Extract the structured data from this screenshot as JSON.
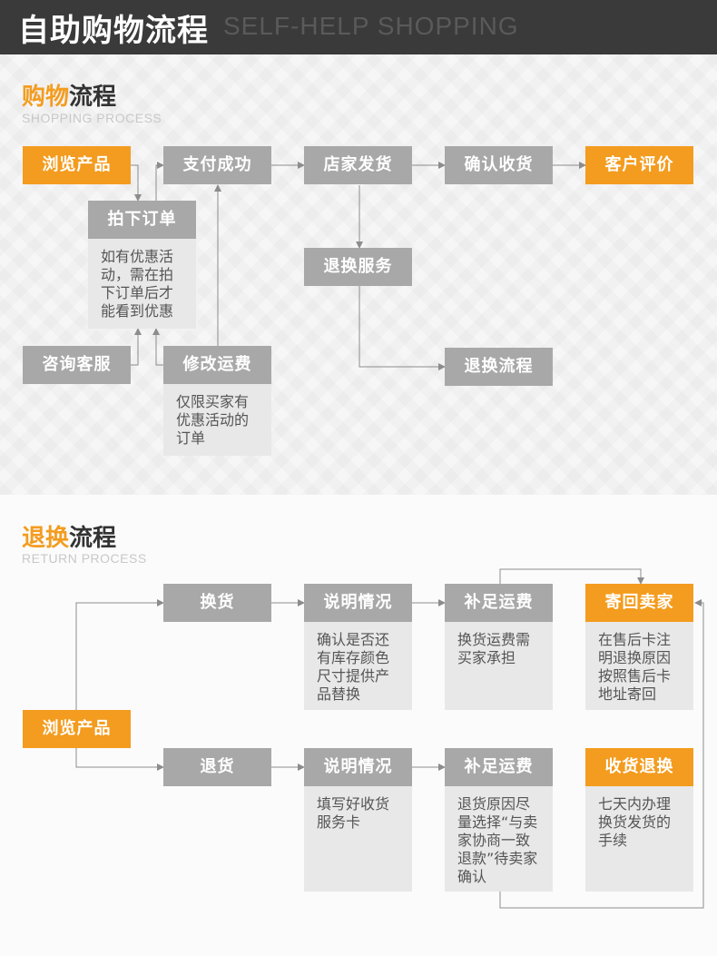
{
  "header": {
    "title": "自助购物流程",
    "subtitle": "SELF-HELP SHOPPING"
  },
  "section1": {
    "title_highlight": "购物",
    "title_rest": "流程",
    "subtitle": "SHOPPING PROCESS",
    "nodes": {
      "browse": "浏览产品",
      "order": "拍下订单",
      "pay": "支付成功",
      "ship": "店家发货",
      "confirm": "确认收货",
      "review": "客户评价",
      "service": "咨询客服",
      "modify": "修改运费",
      "return_service": "退换服务",
      "return_flow": "退换流程"
    },
    "notes": {
      "order": "如有优惠活动，需在拍下订单后才能看到优惠",
      "modify": "仅限买家有优惠活动的订单"
    }
  },
  "section2": {
    "title_highlight": "退换",
    "title_rest": "流程",
    "subtitle": "RETURN PROCESS",
    "nodes": {
      "browse": "浏览产品",
      "exchange": "换货",
      "refund": "退货",
      "explain1": "说明情况",
      "explain2": "说明情况",
      "pay1": "补足运费",
      "pay2": "补足运费",
      "sendback": "寄回卖家",
      "receive": "收货退换"
    },
    "notes": {
      "explain1": "确认是否还有库存颜色尺寸提供产品替换",
      "explain2": "填写好收货服务卡",
      "pay1": "换货运费需买家承担",
      "pay2": "退货原因尽量选择“与卖家协商一致退款”待卖家确认",
      "sendback": "在售后卡注明退换原因按照售后卡地址寄回",
      "receive": "七天内办理换货发货的手续"
    }
  },
  "colors": {
    "accent": "#f39c1f",
    "box_gray": "#a8a8a8",
    "note_bg": "#e8e8e8",
    "header_bg": "#3a3a3a"
  }
}
